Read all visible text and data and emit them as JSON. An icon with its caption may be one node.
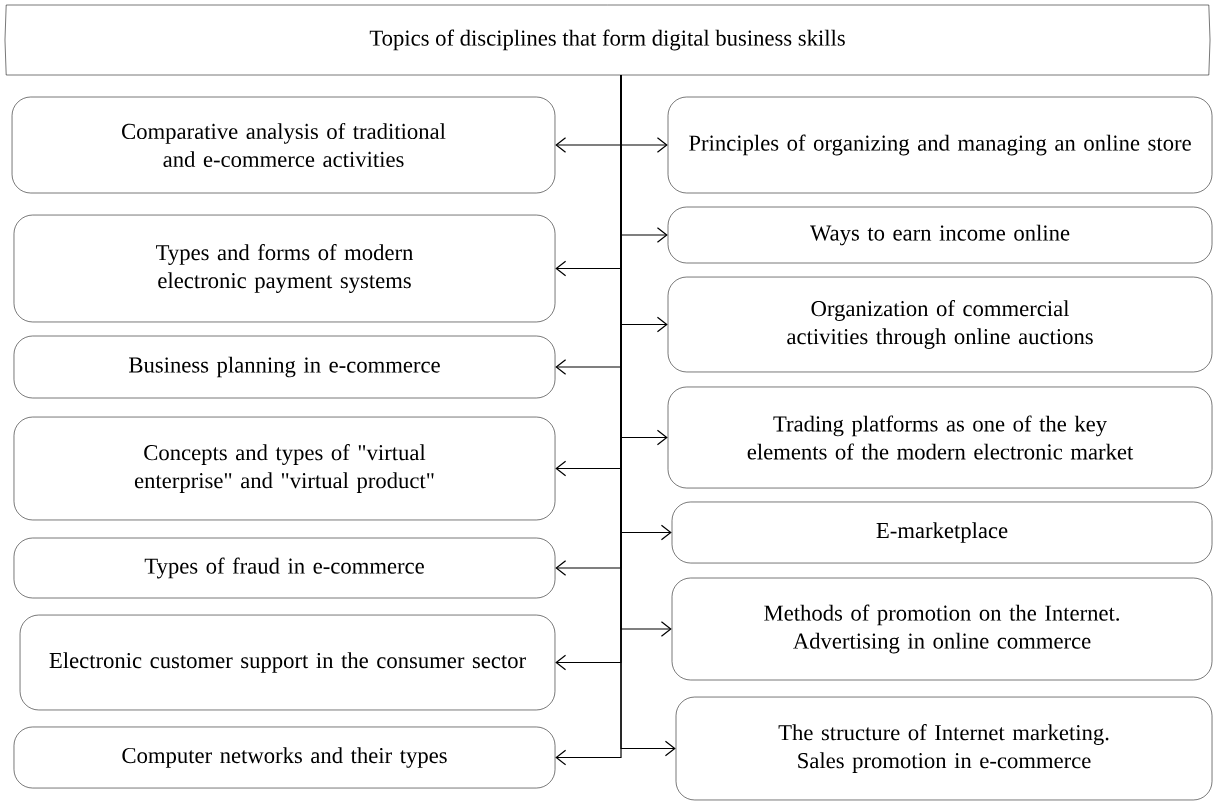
{
  "diagram": {
    "nodes": [
      {
        "text": [
          "Topics of disciplines that form digital business skills"
        ]
      },
      {
        "text": [
          "Comparative analysis of traditional and e-commerce activities"
        ]
      },
      {
        "text": [
          "Types and forms of modern electronic payment systems"
        ]
      },
      {
        "text": [
          "Business planning in e-commerce"
        ]
      },
      {
        "text": [
          "Concepts and types of \"virtual enterprise\" and \"virtual product\""
        ]
      },
      {
        "text": [
          "Types of fraud in e-commerce"
        ]
      },
      {
        "text": [
          "Electronic customer support in the consumer sector"
        ]
      },
      {
        "text": [
          "Computer networks and their types"
        ]
      },
      {
        "text": [
          "Principles of organizing and managing an online store"
        ]
      },
      {
        "text": [
          "Ways to earn income online"
        ]
      },
      {
        "text": [
          "Organization of commercial activities through online auctions"
        ]
      },
      {
        "text": [
          "Trading platforms as one of the key elements of the modern electronic market"
        ]
      },
      {
        "text": [
          "E-marketplace"
        ]
      },
      {
        "text": [
          "Methods of promotion on the Internet. Advertising in online commerce"
        ]
      },
      {
        "text": [
          "The structure of Internet marketing. Sales promotion in e-commerce"
        ]
      }
    ],
    "edges": [
      {
        "from": 0,
        "to": 1,
        "arrow": "to"
      },
      {
        "from": 0,
        "to": 2,
        "arrow": "to"
      },
      {
        "from": 0,
        "to": 3,
        "arrow": "to"
      },
      {
        "from": 0,
        "to": 4,
        "arrow": "to"
      },
      {
        "from": 0,
        "to": 5,
        "arrow": "to"
      },
      {
        "from": 0,
        "to": 6,
        "arrow": "to"
      },
      {
        "from": 0,
        "to": 7,
        "arrow": "to"
      },
      {
        "from": 0,
        "to": 8,
        "arrow": "to"
      },
      {
        "from": 0,
        "to": 9,
        "arrow": "to"
      },
      {
        "from": 0,
        "to": 10,
        "arrow": "to"
      },
      {
        "from": 0,
        "to": 11,
        "arrow": "to"
      },
      {
        "from": 0,
        "to": 12,
        "arrow": "to"
      },
      {
        "from": 0,
        "to": 13,
        "arrow": "to"
      },
      {
        "from": 0,
        "to": 14,
        "arrow": "to"
      }
    ]
  }
}
